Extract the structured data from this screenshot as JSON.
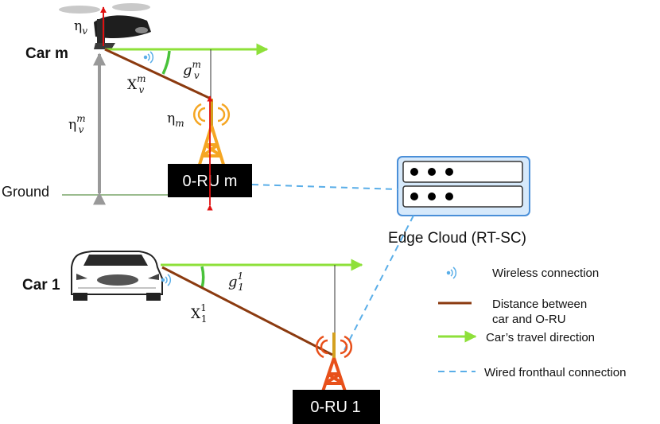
{
  "labels": {
    "car_m": "Car m",
    "car_1": "Car 1",
    "ground": "Ground",
    "oru_m": "0-RU m",
    "oru_1": "0-RU 1",
    "edge_cloud": "Edge Cloud (RT-SC)"
  },
  "math": {
    "eta_v_base": "η",
    "eta_v_sub": "v",
    "eta_v_m_base": "η",
    "eta_v_m_sup": "m",
    "eta_v_m_sub": "v",
    "eta_m_base": "η",
    "eta_m_sub": "m",
    "X_v_m_base": "X",
    "X_v_m_sup": "m",
    "X_v_m_sub": "v",
    "g_v_m_base": "g",
    "g_v_m_sup": "m",
    "g_v_m_sub": "v",
    "X_1_1_base": "X",
    "X_1_1_sup": "1",
    "X_1_1_sub": "1",
    "g_1_1_base": "g",
    "g_1_1_sup": "1",
    "g_1_1_sub": "1"
  },
  "legend": {
    "wireless": "Wireless connection",
    "distance_line1": "Distance between",
    "distance_line2": "car and O-RU",
    "travel": "Car’s travel direction",
    "wired": "Wired  fronthaul connection"
  },
  "colors": {
    "distance": "#8b3a0f",
    "travel": "#8ee03a",
    "wired": "#5aaee8",
    "height_arrow": "#999999",
    "red_arrow": "#e01010",
    "tower_orange": "#f5a623",
    "tower_red": "#e8501a",
    "server_fill": "#d6e9fb",
    "server_stroke": "#4a8fd8",
    "ground_line": "#7aa56a"
  },
  "icons": [
    "flying-car-icon",
    "car-icon",
    "wireless-icon",
    "tower-icon",
    "server-icon"
  ]
}
